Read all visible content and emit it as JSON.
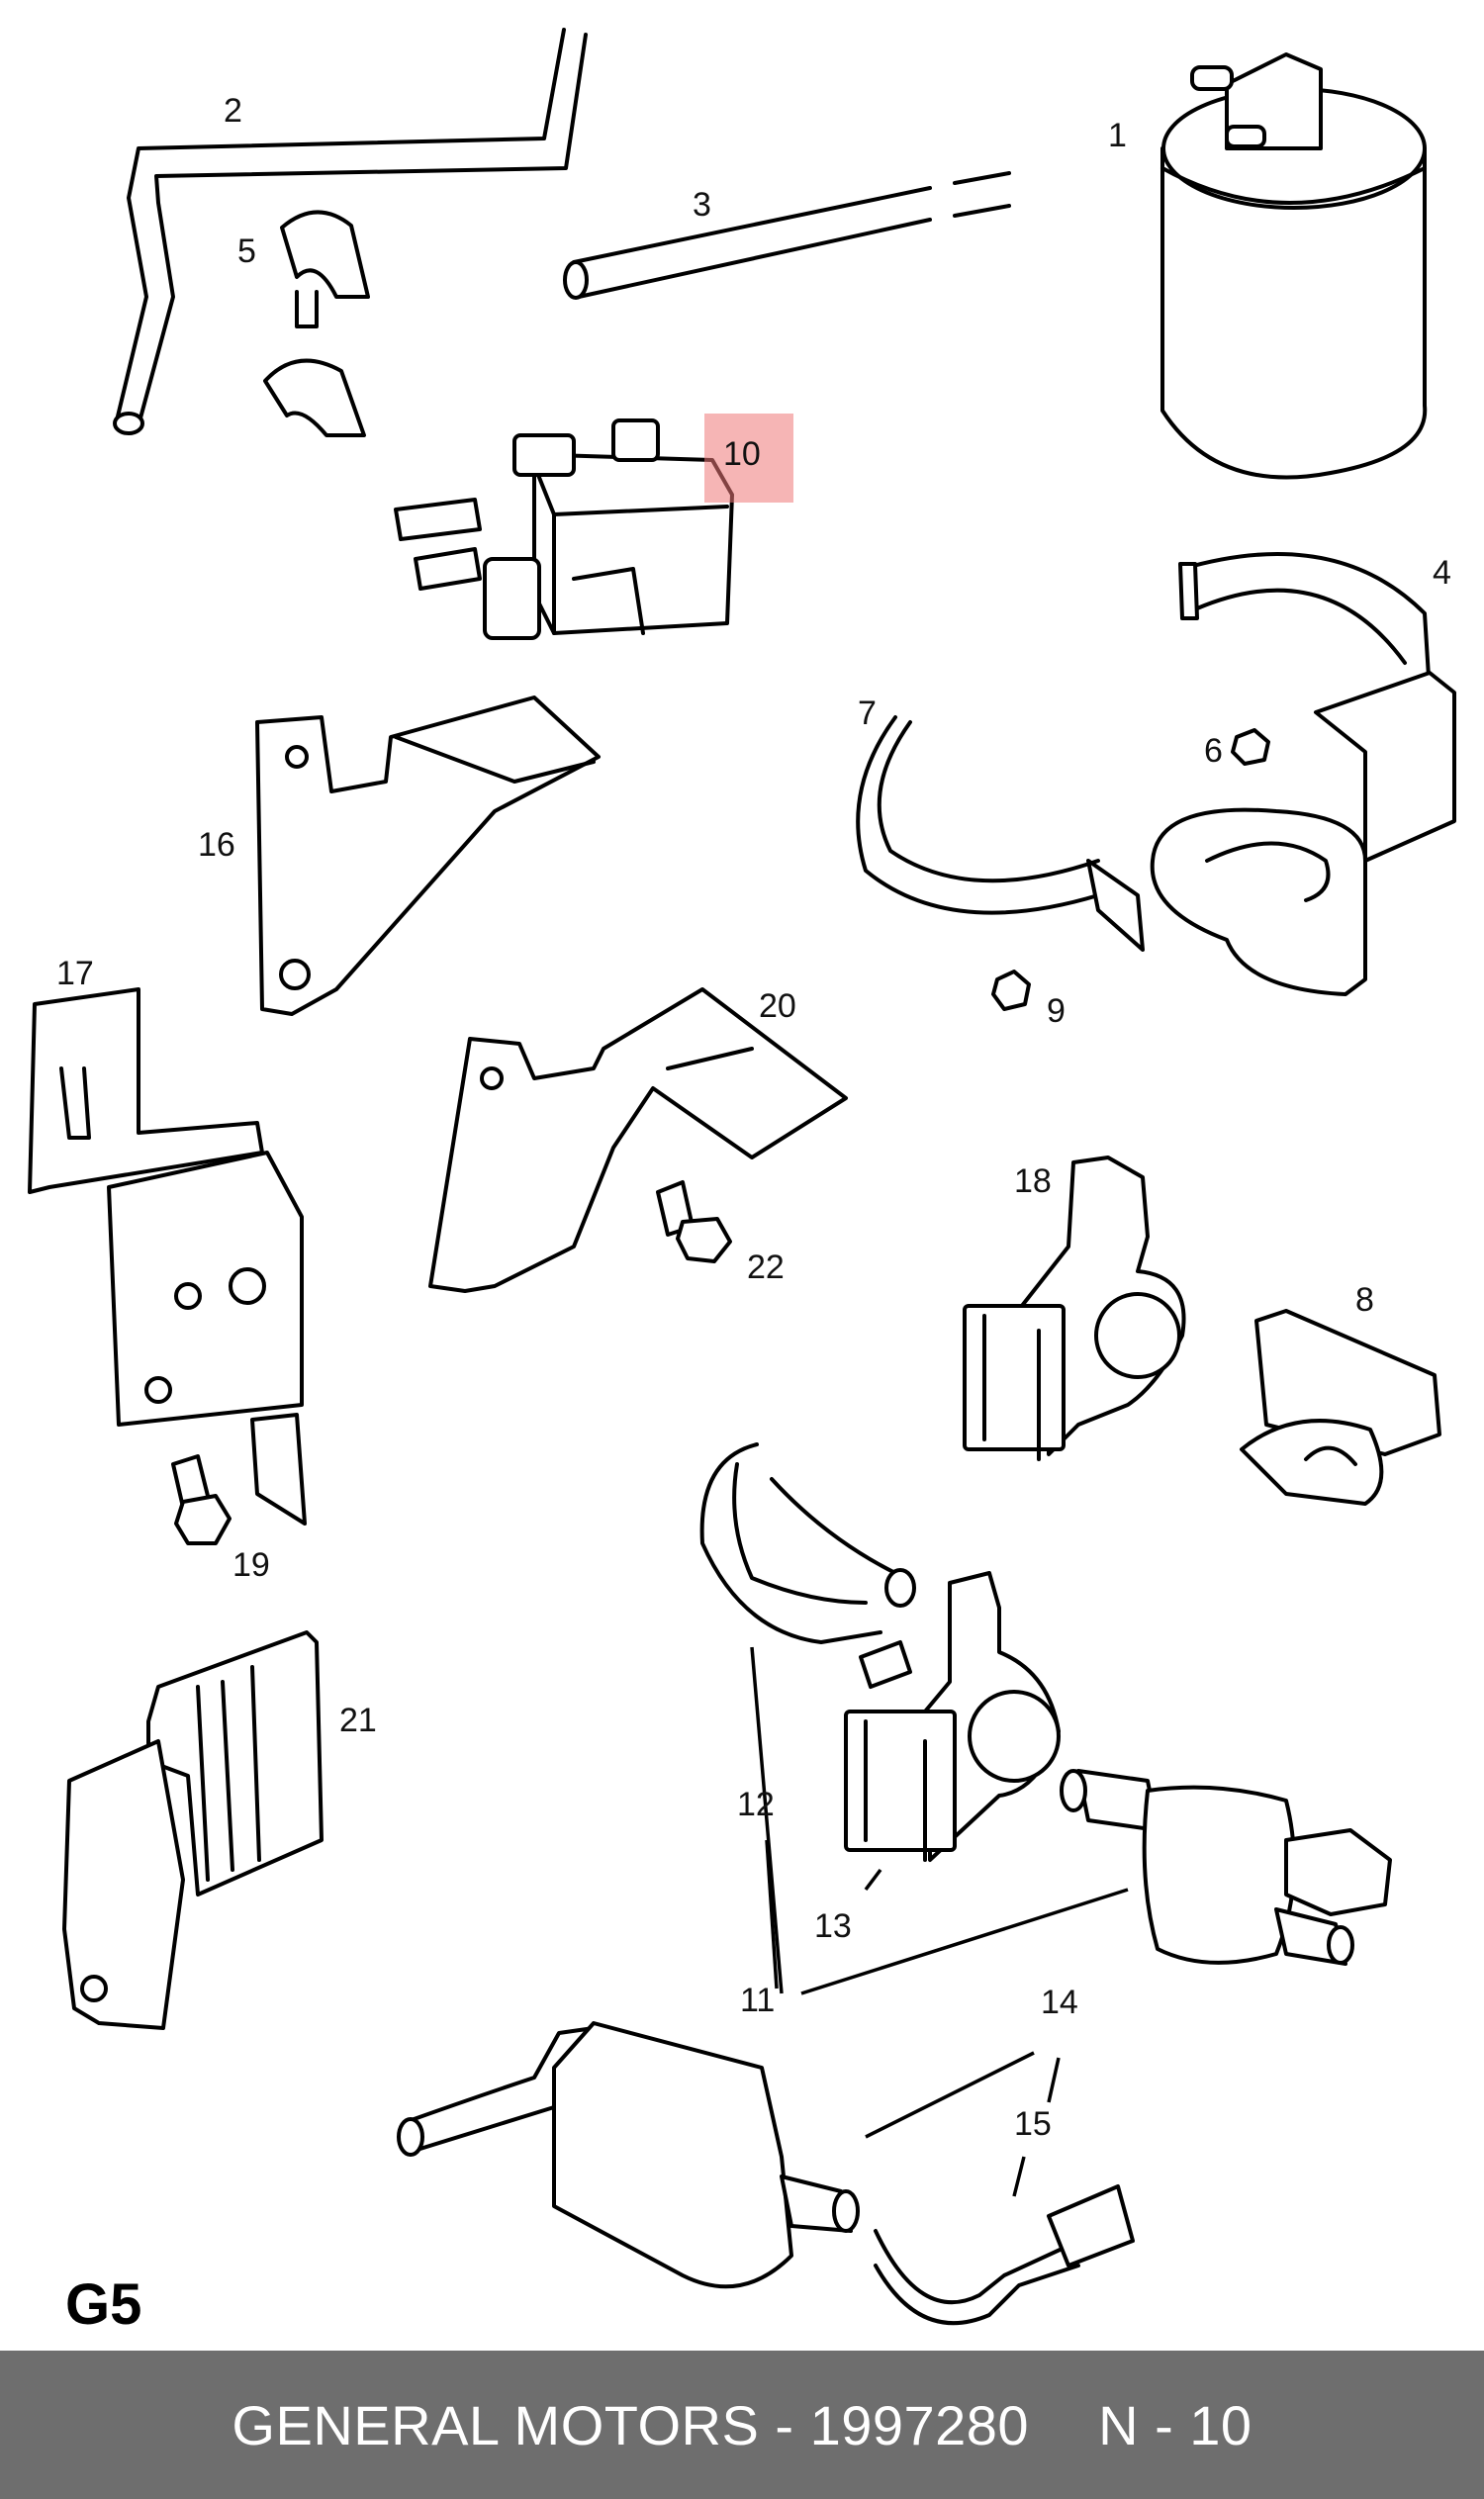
{
  "diagram": {
    "section_code": "G5",
    "highlighted_callout": "10",
    "callouts": [
      "1",
      "2",
      "3",
      "4",
      "5",
      "6",
      "7",
      "8",
      "9",
      "10",
      "11",
      "12",
      "13",
      "14",
      "15",
      "16",
      "17",
      "18",
      "19",
      "20",
      "21",
      "22"
    ]
  },
  "footer": {
    "brand_part": "GENERAL MOTORS - 1997280",
    "position": "N - 10",
    "background": "#6e6e6e"
  },
  "colors": {
    "highlight": "#ee7878",
    "line": "#000000"
  }
}
